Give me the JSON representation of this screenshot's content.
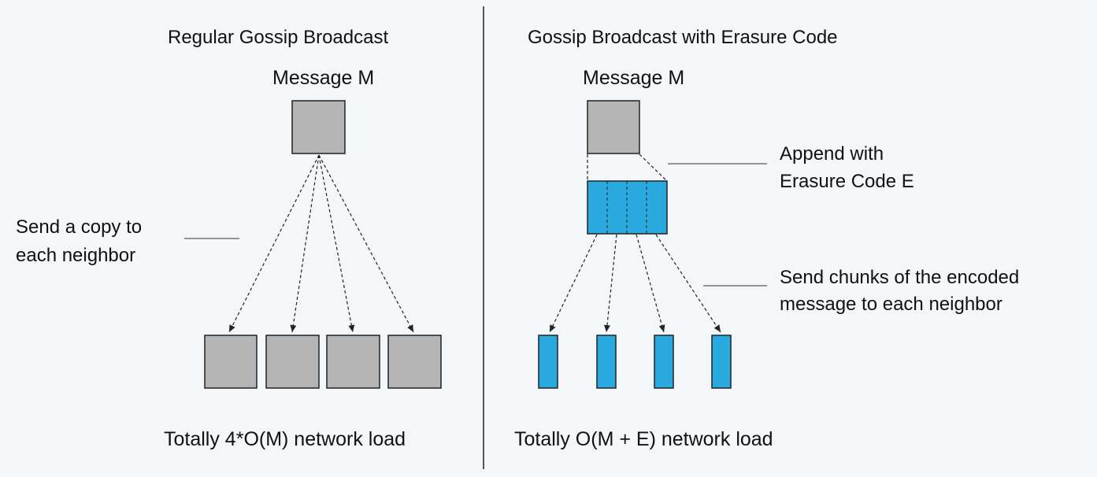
{
  "left_panel": {
    "title": "Regular Gossip Broadcast",
    "message_label": "Message M",
    "annotation_line1": "Send a copy to",
    "annotation_line2": "each neighbor",
    "footer": "Totally 4*O(M) network load"
  },
  "right_panel": {
    "title": "Gossip Broadcast with Erasure Code",
    "message_label": "Message M",
    "append_line1": "Append with",
    "append_line2": "Erasure Code E",
    "send_line1": "Send chunks of the encoded",
    "send_line2": "message to each neighbor",
    "footer": "Totally O(M + E) network load"
  },
  "colors": {
    "background": "#f4f7fa",
    "message_box": "#b5b5b5",
    "chunk_blue": "#2aa9de",
    "stroke": "#222222"
  }
}
